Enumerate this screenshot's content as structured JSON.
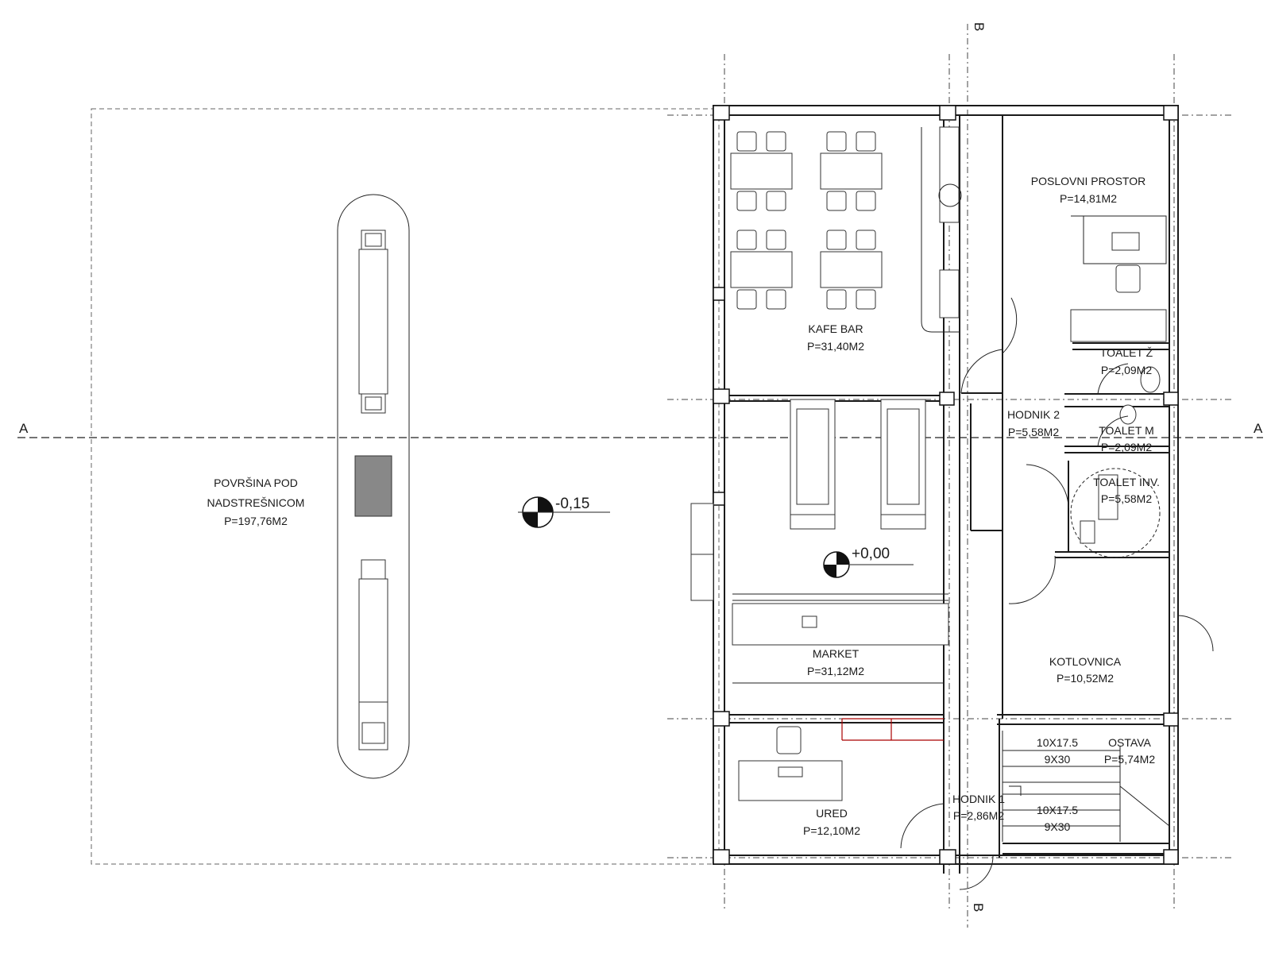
{
  "section_markers": {
    "a_left": "A",
    "a_right": "A",
    "b_top": "B",
    "b_bottom": "B"
  },
  "levels": {
    "outdoor": "-0,15",
    "indoor": "+0,00"
  },
  "areas": {
    "canopy": {
      "name_line1": "POVRŠINA POD",
      "name_line2": "NADSTREŠNICOM",
      "area": "P=197,76M2"
    },
    "kafe_bar": {
      "name": "KAFE BAR",
      "area": "P=31,40M2"
    },
    "poslovni": {
      "name": "POSLOVNI PROSTOR",
      "area": "P=14,81M2"
    },
    "toalet_z": {
      "name": "TOALET Ž",
      "area": "P=2,09M2"
    },
    "hodnik2": {
      "name": "HODNIK 2",
      "area": "P=5,58M2"
    },
    "toalet_m": {
      "name": "TOALET M",
      "area": "P=2,09M2"
    },
    "toalet_inv": {
      "name": "TOALET INV.",
      "area": "P=5,58M2"
    },
    "market": {
      "name": "MARKET",
      "area": "P=31,12M2"
    },
    "kotlovnica": {
      "name": "KOTLOVNICA",
      "area": "P=10,52M2"
    },
    "ostava": {
      "name": "OSTAVA",
      "area": "P=5,74M2"
    },
    "ured": {
      "name": "URED",
      "area": "P=12,10M2"
    },
    "hodnik1": {
      "name": "HODNIK 1",
      "area": "P=2,86M2"
    }
  },
  "stairs": {
    "upper_rise": "10X17.5",
    "upper_tread": "9X30",
    "lower_rise": "10X17.5",
    "lower_tread": "9X30"
  }
}
